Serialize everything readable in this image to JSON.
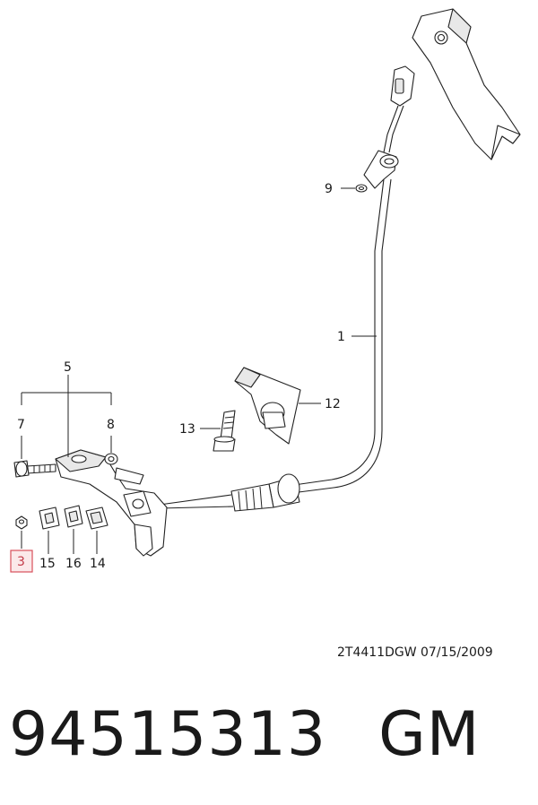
{
  "callouts": {
    "c1": "1",
    "c3": "3",
    "c5": "5",
    "c7": "7",
    "c8": "8",
    "c9": "9",
    "c12": "12",
    "c13": "13",
    "c14": "14",
    "c15": "15",
    "c16": "16"
  },
  "highlighted_callout": "3",
  "diagram_code": "2T4411DGW  07/15/2009",
  "part_number": "94515313",
  "brand": "GM",
  "colors": {
    "highlight_border": "#d9505c",
    "highlight_fill": "#fbe9ea",
    "line": "#222222"
  }
}
